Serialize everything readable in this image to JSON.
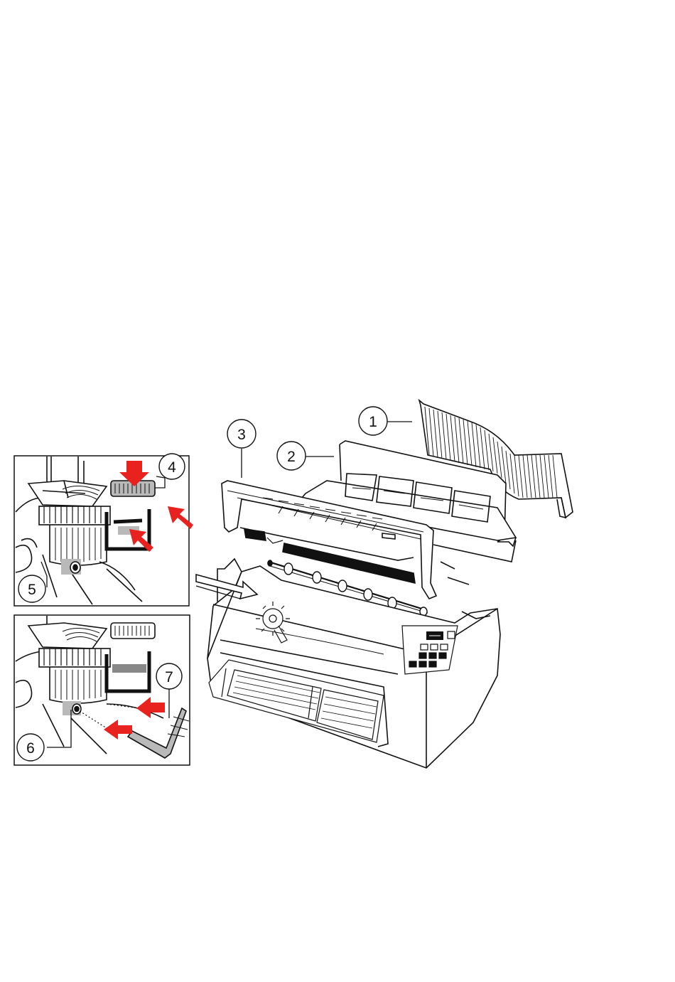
{
  "figure": {
    "callouts": [
      {
        "id": "1",
        "label": "1"
      },
      {
        "id": "2",
        "label": "2"
      },
      {
        "id": "3",
        "label": "3"
      },
      {
        "id": "4",
        "label": "4"
      },
      {
        "id": "5",
        "label": "5"
      },
      {
        "id": "6",
        "label": "6"
      },
      {
        "id": "7",
        "label": "7"
      }
    ],
    "colors": {
      "line": "#111111",
      "arrow": "#e8231f",
      "part_grey": "#b9b9b9",
      "background": "#ffffff"
    },
    "panels": [
      "detail-top",
      "detail-bottom",
      "printer-overview"
    ]
  }
}
